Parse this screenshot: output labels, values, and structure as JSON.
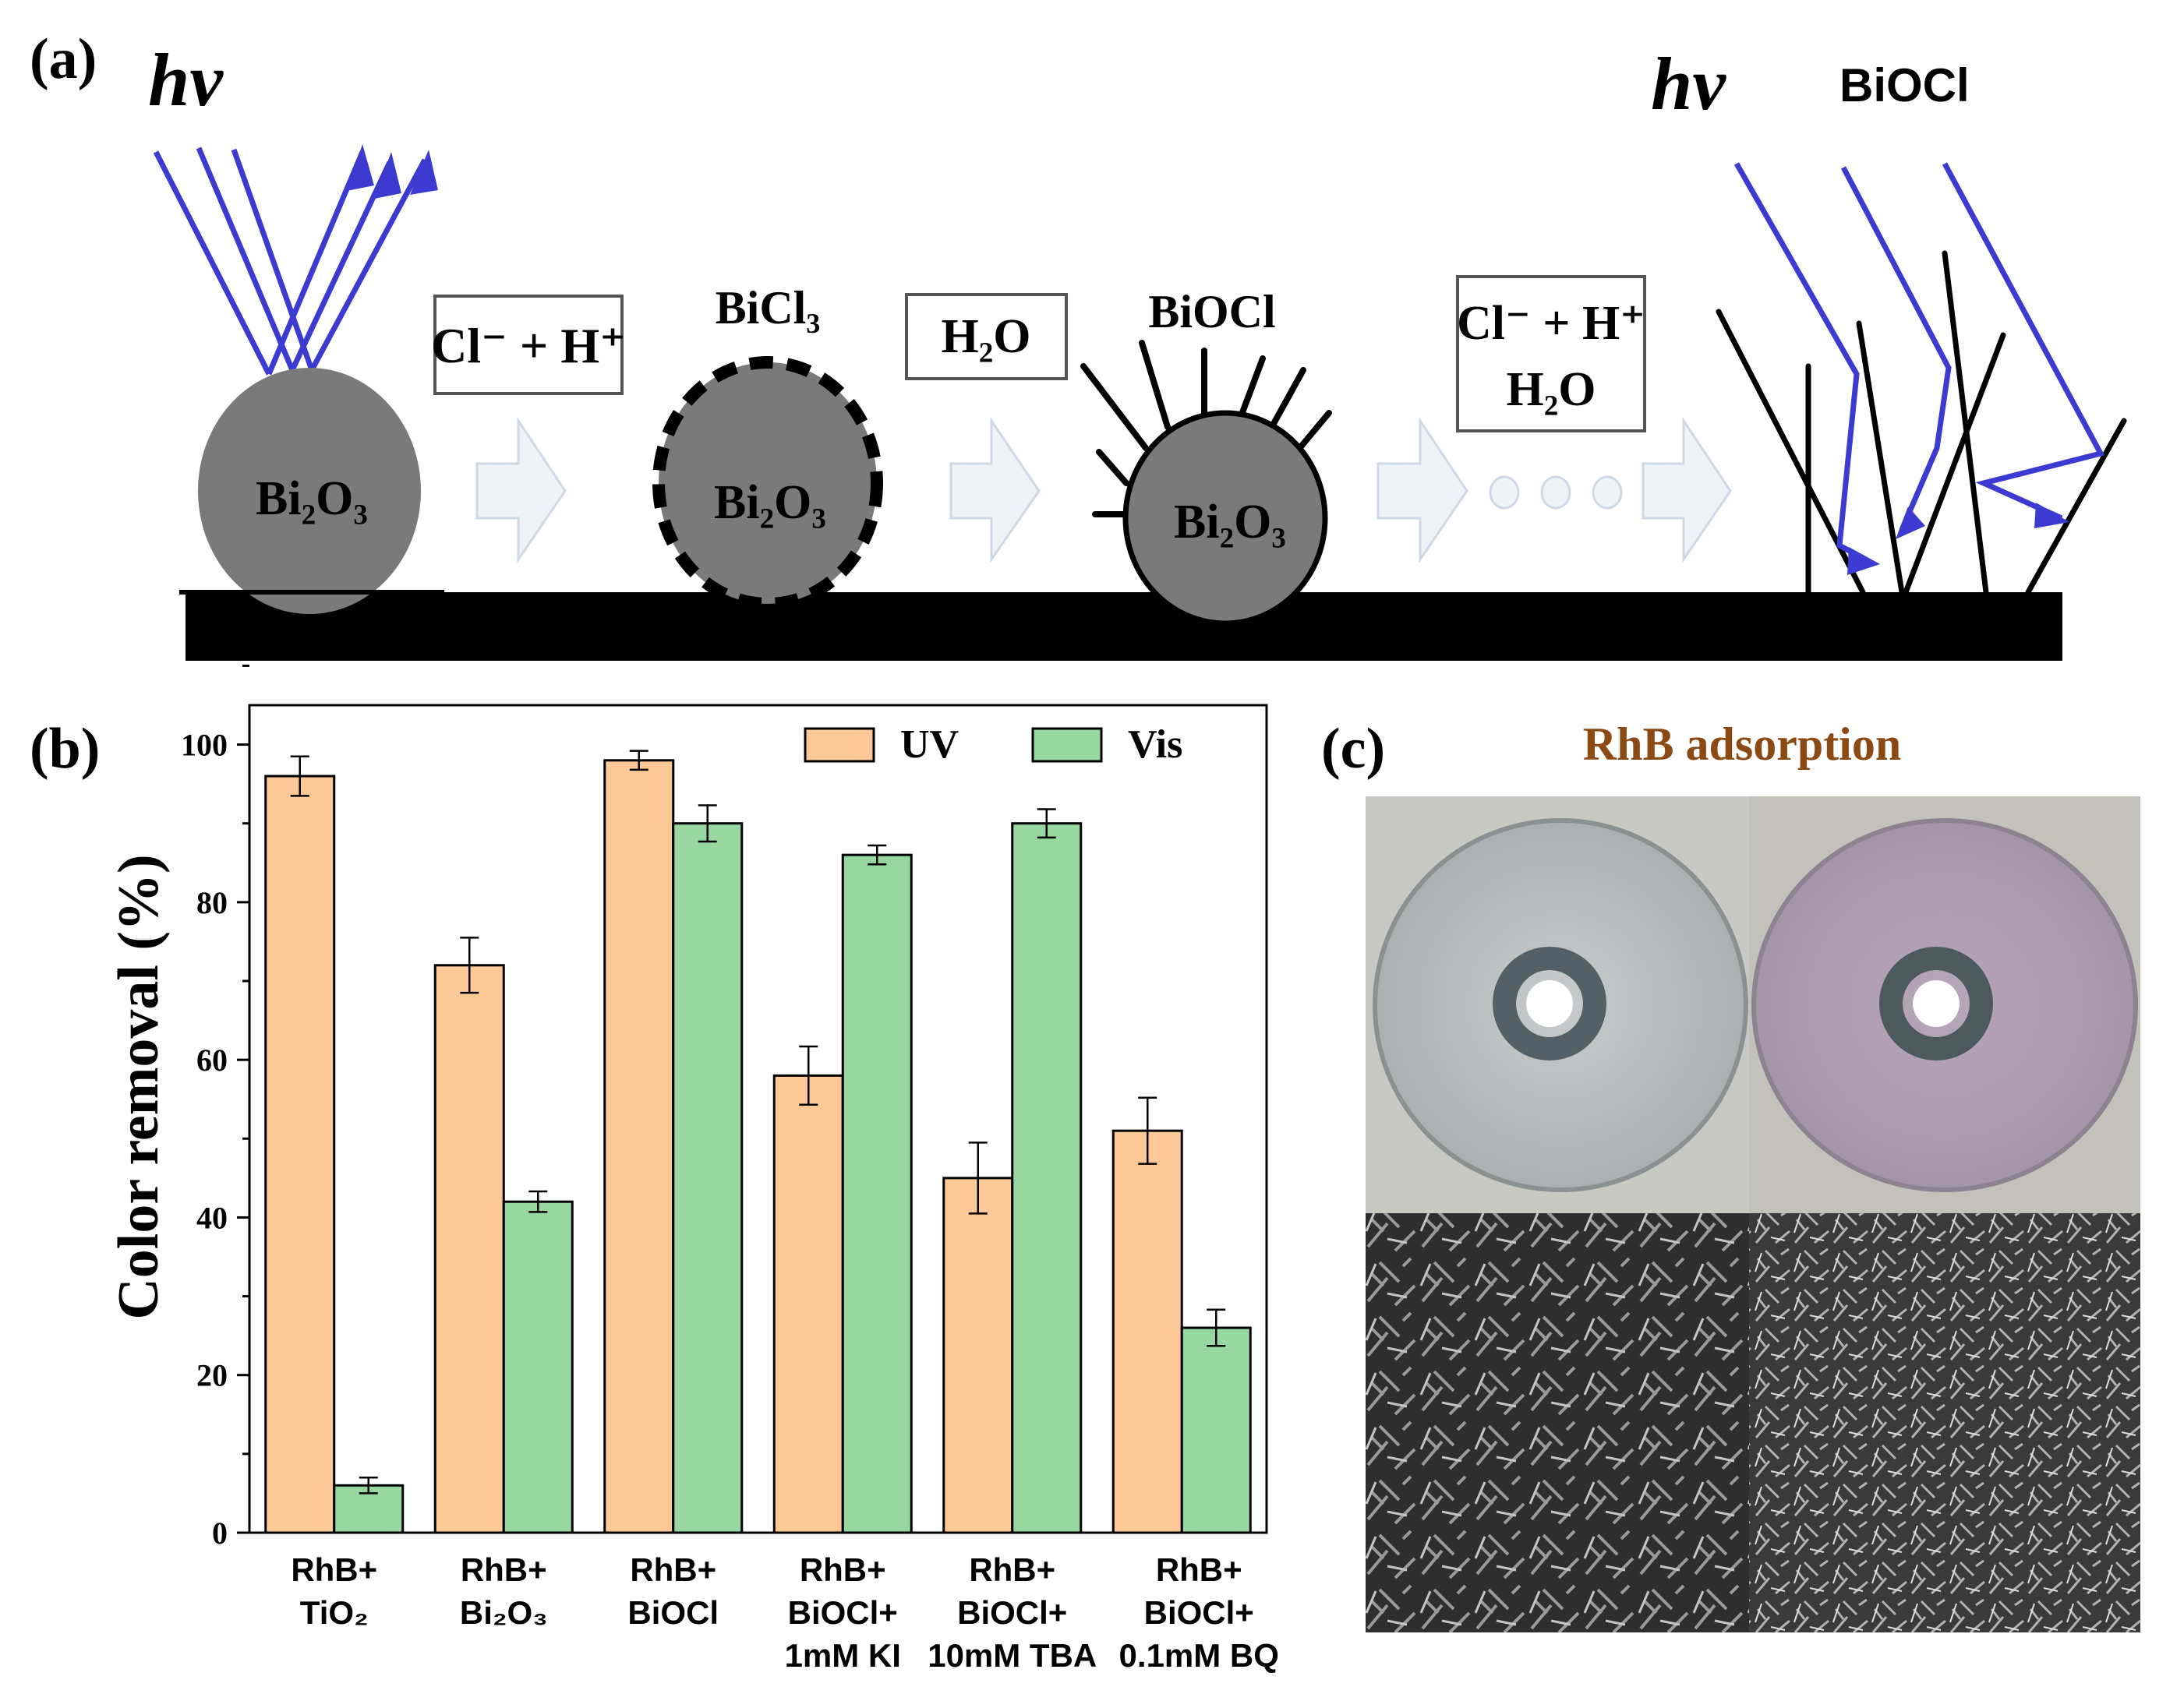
{
  "panel_a": {
    "label": "(a)",
    "hv_left": "hv",
    "hv_right": "hv",
    "biocl_top": "BiOCl",
    "bi2o3_1": "Bi₂O₃",
    "bi2o3_2": "Bi₂O₃",
    "bi2o3_3": "Bi₂O₃",
    "bicl3": "BiCl₃",
    "biocl_mid": "BiOCl",
    "box1": "Cl⁻ + H⁺",
    "box2": "H₂O",
    "box3_line1": "Cl⁻ + H⁺",
    "box3_line2": "H₂O",
    "colors": {
      "particle": "#7a7a7a",
      "ray": "#3b3bd1",
      "substrate": "#000000",
      "arrow": "#eef3fa"
    }
  },
  "panel_b": {
    "label": "(b)"
  },
  "panel_c": {
    "label": "(c)",
    "title": "RhB adsorption",
    "title_color": "#8b4a14"
  },
  "chart_data": {
    "type": "bar",
    "ylabel": "Color removal (%)",
    "ylim": [
      0,
      105
    ],
    "yticks": [
      0,
      20,
      40,
      60,
      80,
      100
    ],
    "categories": [
      [
        "RhB+",
        "TiO₂"
      ],
      [
        "RhB+",
        "Bi₂O₃"
      ],
      [
        "RhB+",
        "BiOCl"
      ],
      [
        "RhB+",
        "BiOCl+",
        "1mM KI"
      ],
      [
        "RhB+",
        "BiOCl+",
        "10mM TBA"
      ],
      [
        "RhB+",
        "BiOCl+",
        "0.1mM BQ"
      ]
    ],
    "series": [
      {
        "name": "UV",
        "color": "#fcc996",
        "values": [
          96,
          72,
          98,
          58,
          45,
          51
        ],
        "errors": [
          2.5,
          3.5,
          1.2,
          3.7,
          4.5,
          4.2
        ]
      },
      {
        "name": "Vis",
        "color": "#98d79f",
        "values": [
          6,
          42,
          90,
          86,
          90,
          26
        ],
        "errors": [
          1.0,
          1.3,
          2.3,
          1.2,
          1.8,
          2.3
        ]
      }
    ],
    "legend": "top-right",
    "grid": false
  }
}
